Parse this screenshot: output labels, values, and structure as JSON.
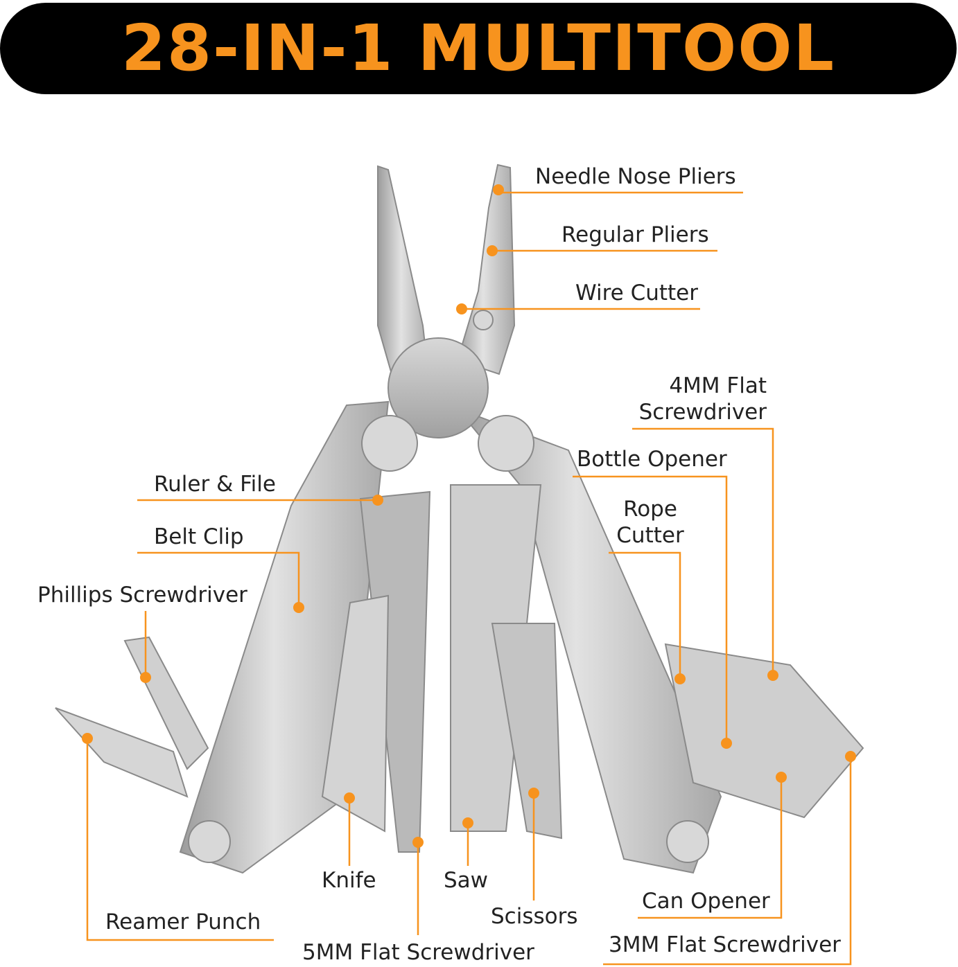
{
  "title": "28-IN-1 MULTITOOL",
  "colors": {
    "banner_bg": "#000000",
    "title": "#f7931e",
    "callout": "#f7931e",
    "steel": "#c9c9c9"
  },
  "labels": {
    "needle_nose_pliers": "Needle Nose Pliers",
    "regular_pliers": "Regular Pliers",
    "wire_cutter": "Wire Cutter",
    "flat_4mm_line1": "4MM Flat",
    "flat_4mm_line2": "Screwdriver",
    "bottle_opener": "Bottle Opener",
    "rope_cutter_line1": "Rope",
    "rope_cutter_line2": "Cutter",
    "ruler_file": "Ruler & File",
    "belt_clip": "Belt Clip",
    "phillips_screwdriver": "Phillips Screwdriver",
    "knife": "Knife",
    "saw": "Saw",
    "scissors": "Scissors",
    "can_opener": "Can Opener",
    "reamer_punch": "Reamer Punch",
    "flat_5mm": "5MM Flat Screwdriver",
    "flat_3mm": "3MM Flat Screwdriver"
  }
}
